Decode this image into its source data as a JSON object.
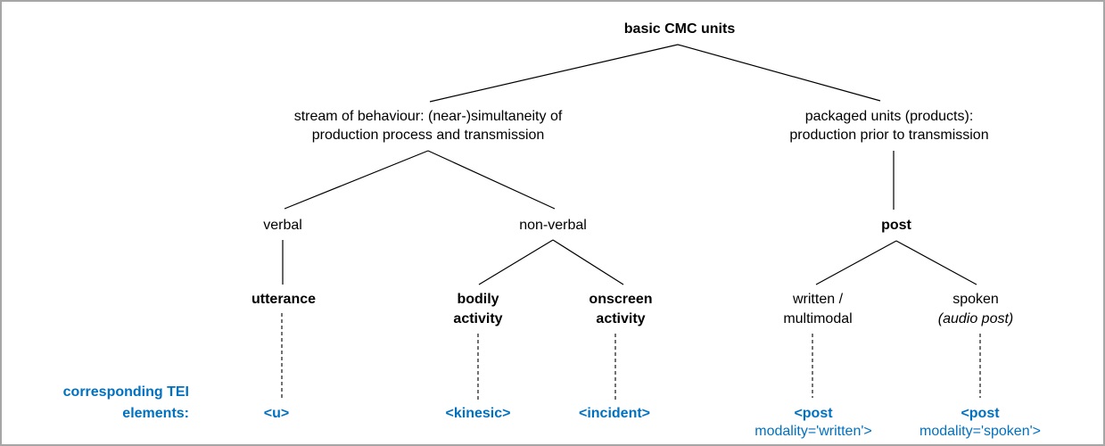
{
  "colors": {
    "accent_blue": "#0070C0",
    "line_color": "#000000",
    "border_gray": "#a6a6a6",
    "background": "#ffffff"
  },
  "tree": {
    "root": "basic CMC units",
    "stream_line1": "stream of behaviour: (near-)simultaneity of",
    "stream_line2": "production process and transmission",
    "packaged_line1": "packaged units (products):",
    "packaged_line2": "production prior to transmission",
    "verbal": "verbal",
    "nonverbal": "non-verbal",
    "post": "post",
    "utterance": "utterance",
    "bodily_line1": "bodily",
    "bodily_line2": "activity",
    "onscreen_line1": "onscreen",
    "onscreen_line2": "activity",
    "written_line1": "written /",
    "written_line2": "multimodal",
    "spoken_line1": "spoken",
    "spoken_line2": "(audio post)"
  },
  "tei": {
    "caption_line1": "corresponding TEI",
    "caption_line2": "elements:",
    "u": "<u>",
    "kinesic": "<kinesic>",
    "incident": "<incident>",
    "post_written_line1": "<post",
    "post_written_line2": "modality='written'>",
    "post_spoken_line1": "<post",
    "post_spoken_line2": "modality='spoken'>"
  }
}
